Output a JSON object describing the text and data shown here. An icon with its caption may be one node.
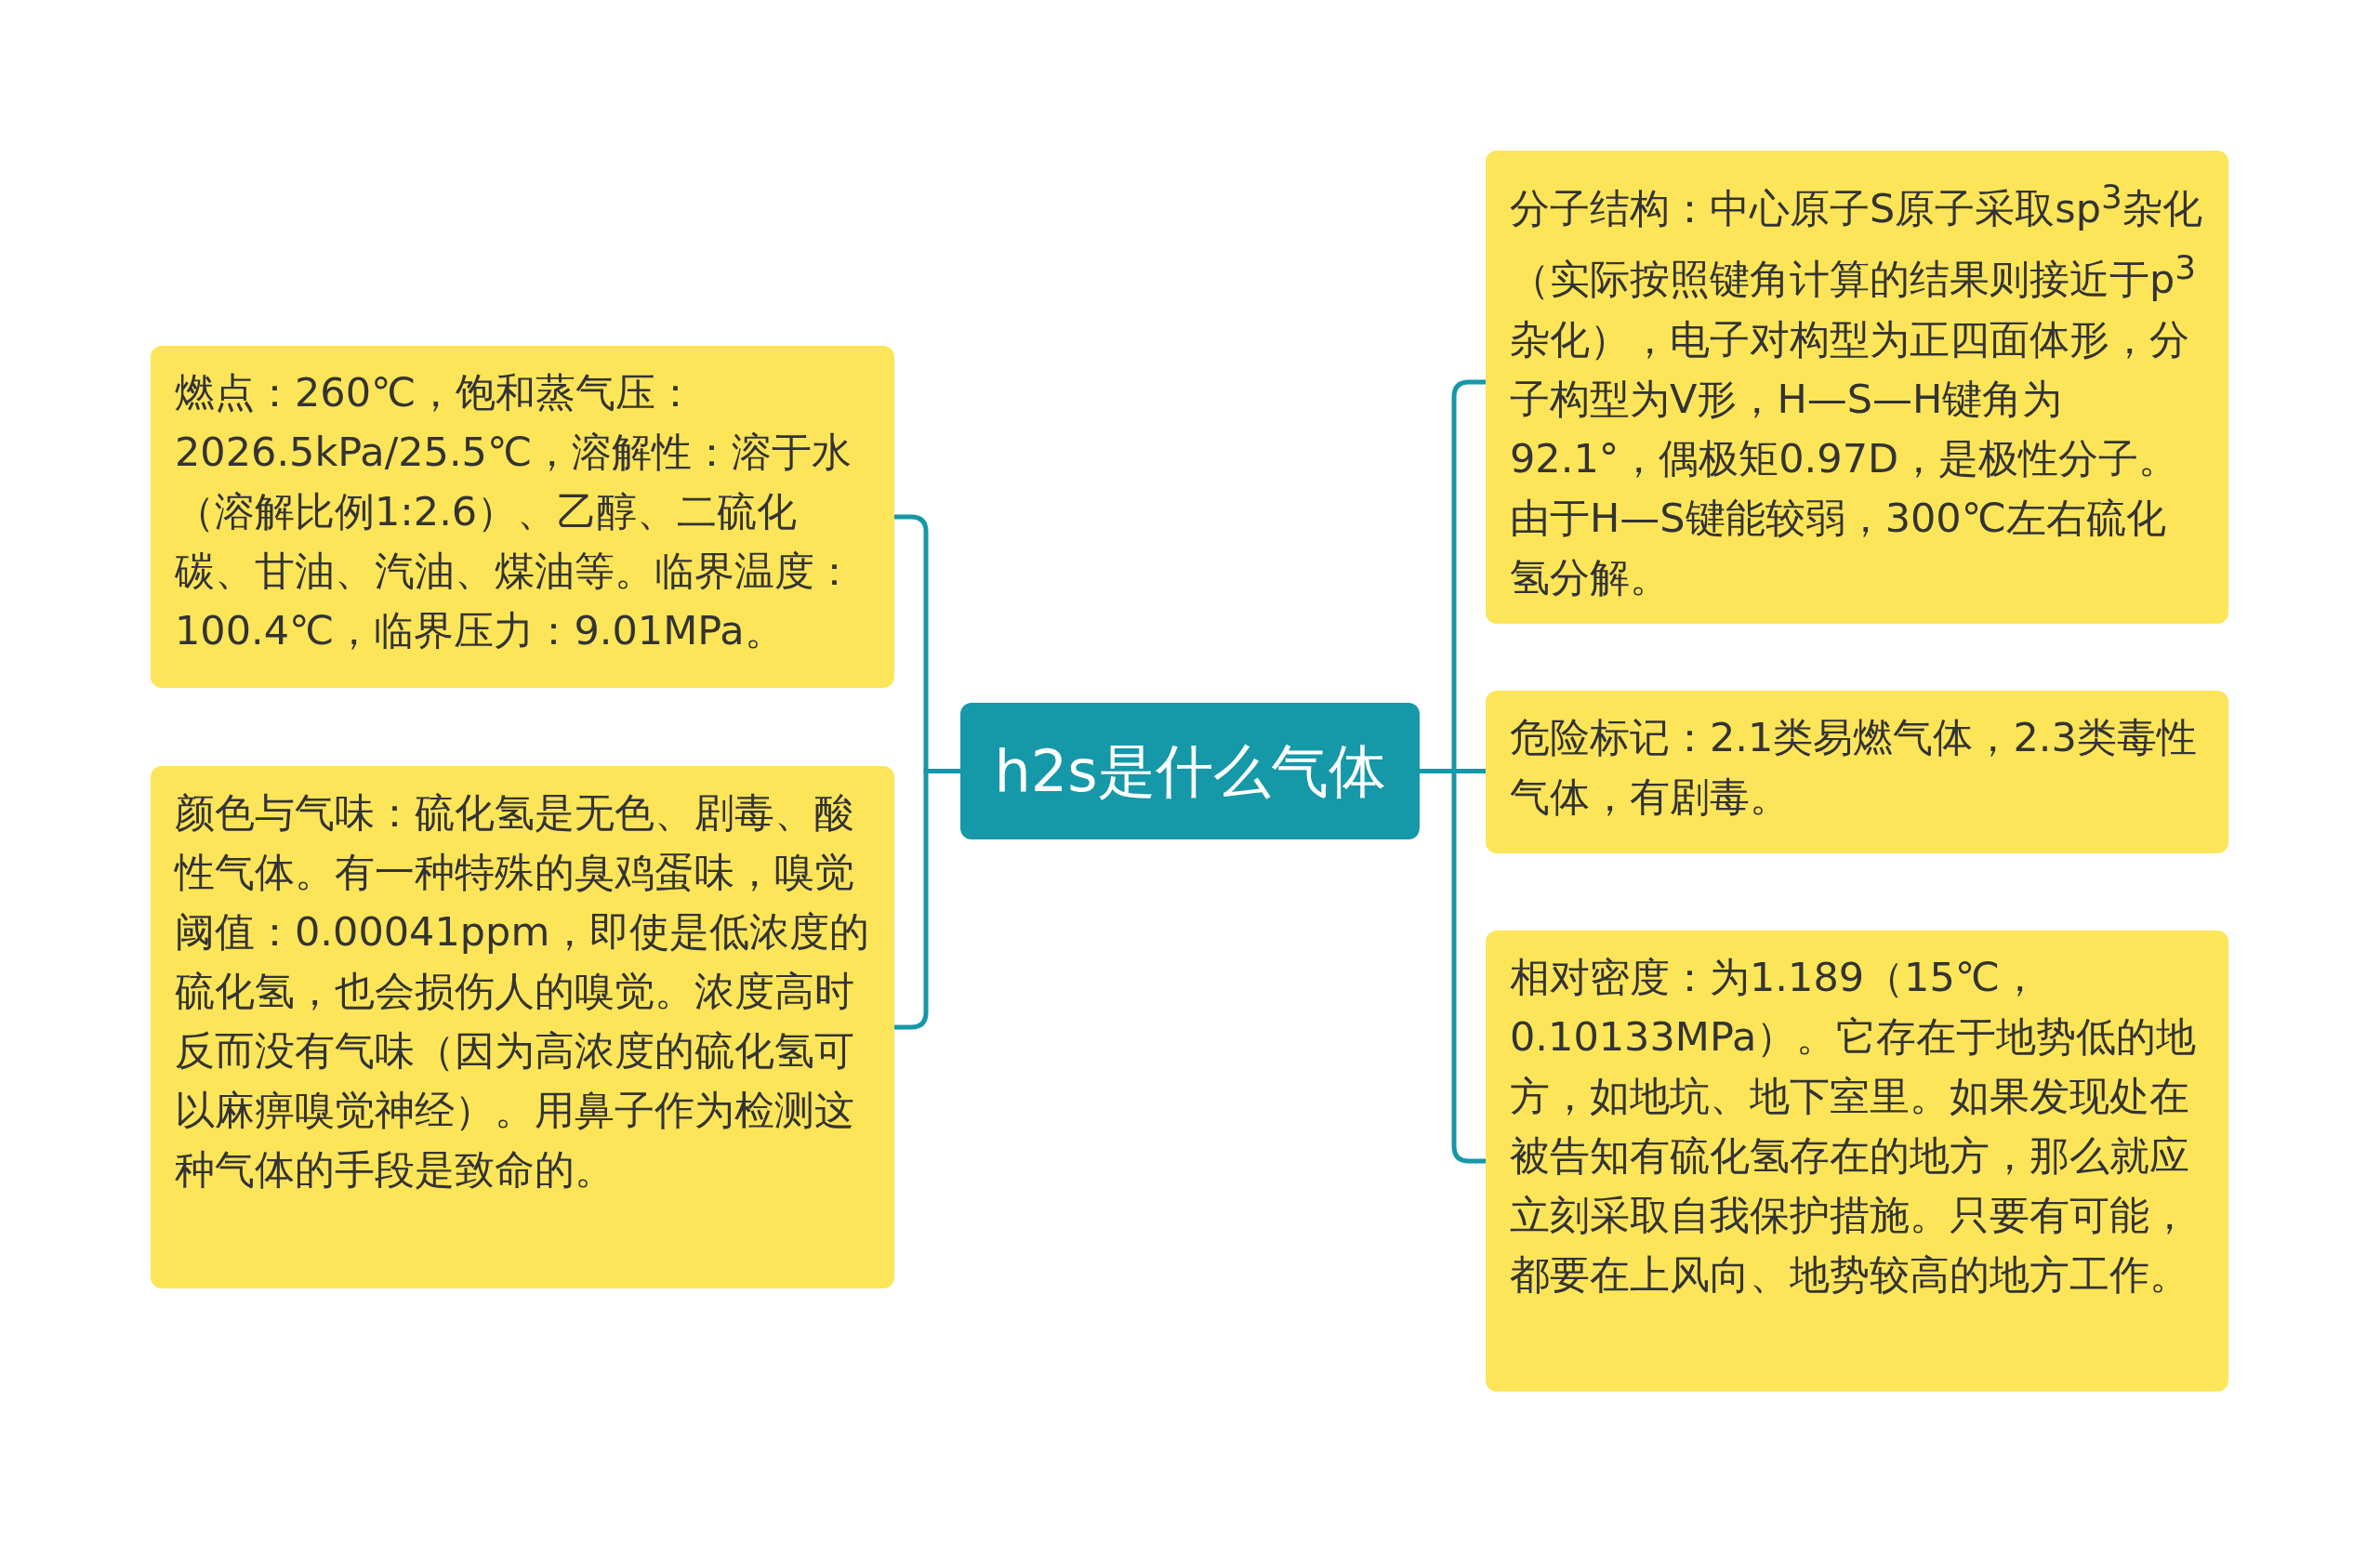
{
  "diagram": {
    "nodes": [
      {
        "text": [
          "h2s是什么气体"
        ]
      },
      {
        "text": [
          "燃点：260℃，饱和蒸气压：2026.5kPa/25.5℃，溶解性：溶于水（溶解比例1:2.6）、乙醇、二硫化碳、甘油、汽油、煤油等。临界温度：100.4℃，临界压力：9.01MPa。"
        ]
      },
      {
        "text": [
          "颜色与气味：硫化氢是无色、剧毒、酸性气体。有一种特殊的臭鸡蛋味，嗅觉阈值：0.00041ppm，即使是低浓度的硫化氢，也会损伤人的嗅觉。浓度高时反而没有气味（因为高浓度的硫化氢可以麻痹嗅觉神经）。用鼻子作为检测这种气体的手段是致命的。"
        ]
      },
      {
        "text": [
          "分子结构：中心原子S原子采取sp$^{3}$杂化（实际按照键角计算的结果则接近于p$^{3}$杂化），电子对构型为正四面体形，分子构型为V形，H—S—H键角为92.1°，偶极矩0.97D，是极性分子。由于H—S键能较弱，300℃左右硫化氢分解。"
        ]
      },
      {
        "text": [
          "危险标记：2.1类易燃气体，2.3类毒性气体，有剧毒。"
        ]
      },
      {
        "text": [
          "相对密度：为1.189（15℃，0.10133MPa）。它存在于地势低的地方，如地坑、地下室里。如果发现处在被告知有硫化氢存在的地方，那么就应立刻采取自我保护措施。只要有可能，都要在上风向、地势较高的地方工作。"
        ]
      }
    ],
    "edges": [
      {
        "from": 0,
        "to": 1,
        "arrow": "none"
      },
      {
        "from": 0,
        "to": 2,
        "arrow": "none"
      },
      {
        "from": 0,
        "to": 3,
        "arrow": "none"
      },
      {
        "from": 0,
        "to": 4,
        "arrow": "none"
      },
      {
        "from": 0,
        "to": 5,
        "arrow": "none"
      }
    ]
  }
}
